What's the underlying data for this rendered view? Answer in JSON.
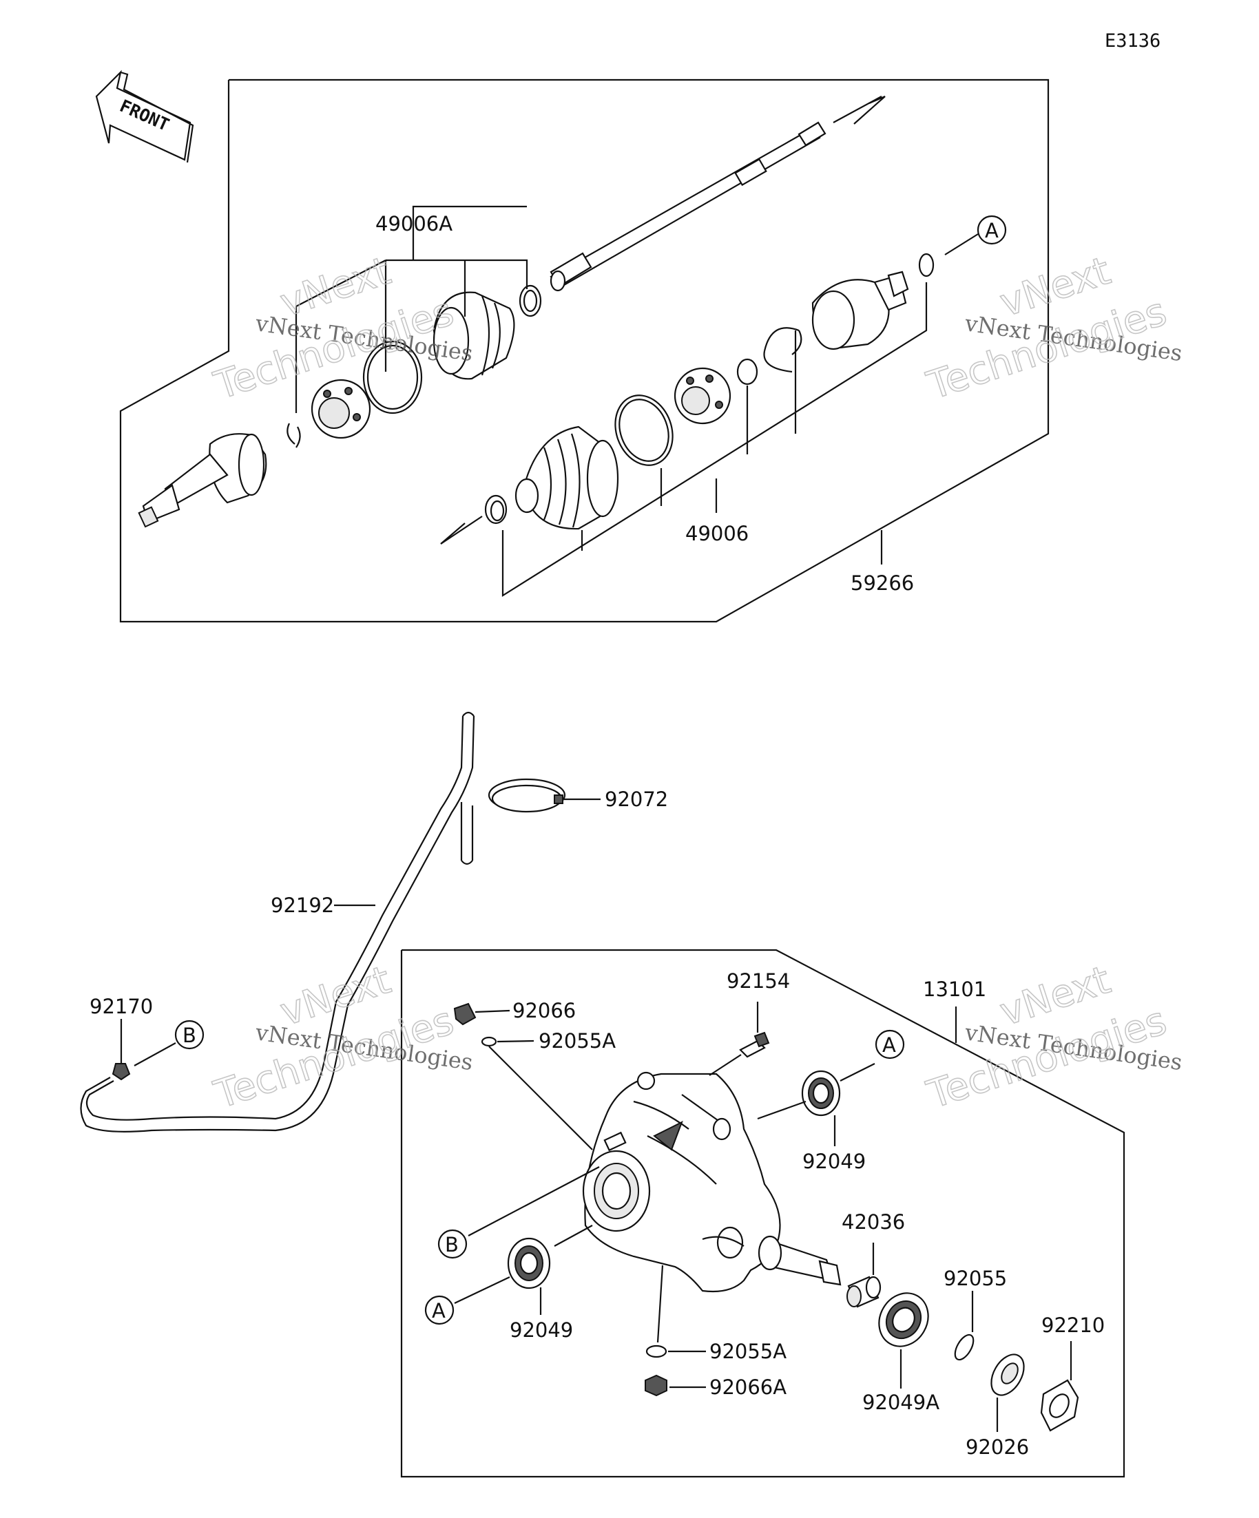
{
  "diagram": {
    "code": "E3136",
    "front_label": "FRONT",
    "watermark": {
      "line1": "vNext Technologies",
      "line2a": "vNext",
      "line2b": "Technologies"
    },
    "callouts": {
      "A": "A",
      "B": "B"
    },
    "parts": {
      "p49006A": "49006A",
      "p49006": "49006",
      "p59266": "59266",
      "p92072": "92072",
      "p92192": "92192",
      "p92170": "92170",
      "p92066": "92066",
      "p92055A_top": "92055A",
      "p92154": "92154",
      "p13101": "13101",
      "p92049_right": "92049",
      "p42036": "42036",
      "p92055": "92055",
      "p92210": "92210",
      "p92049_left": "92049",
      "p92055A_bottom": "92055A",
      "p92066A": "92066A",
      "p92049A": "92049A",
      "p92026": "92026"
    }
  }
}
